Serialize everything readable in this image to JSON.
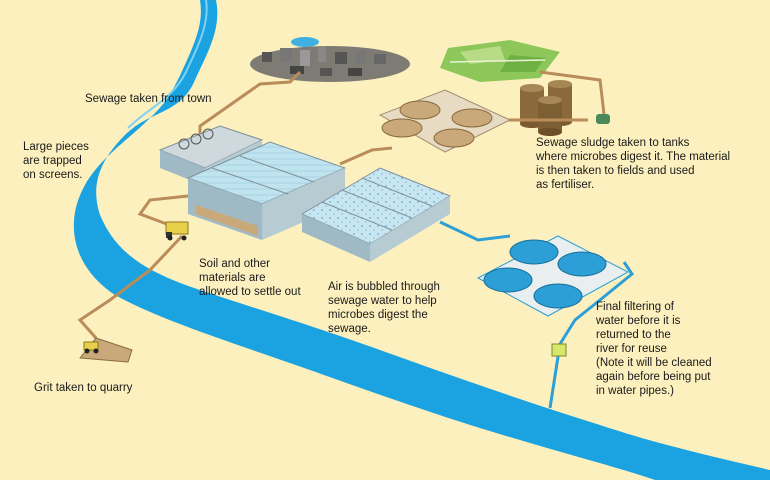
{
  "labels": {
    "sewage_from_town": "Sewage taken from town",
    "large_pieces": "Large pieces\nare trapped\non screens.",
    "sludge": "Sewage sludge taken to  tanks\nwhere microbes digest it. The material\nis then taken to fields and used\nas fertiliser.",
    "soil": "Soil and other\nmaterials are\nallowed to settle out",
    "air": "Air is bubbled through\nsewage water to help\nmicrobes digest the\nsewage.",
    "final": "Final filtering of\nwater before it is\nreturned to the\nriver for reuse\n(Note it will be cleaned\nagain before  being put\nin water pipes.)",
    "grit": "Grit taken to quarry"
  },
  "colors": {
    "background": "#fdf0bf",
    "river": "#1aa3e0",
    "pipe_brown": "#b98c5a",
    "pipe_blue": "#2b9fd6",
    "tank_wall": "#9fbac4",
    "fields": "#8dc75a"
  },
  "icons": [
    "town-icon",
    "truck-icon",
    "quarry-icon",
    "sludge-tanks-icon",
    "valve-icon"
  ]
}
